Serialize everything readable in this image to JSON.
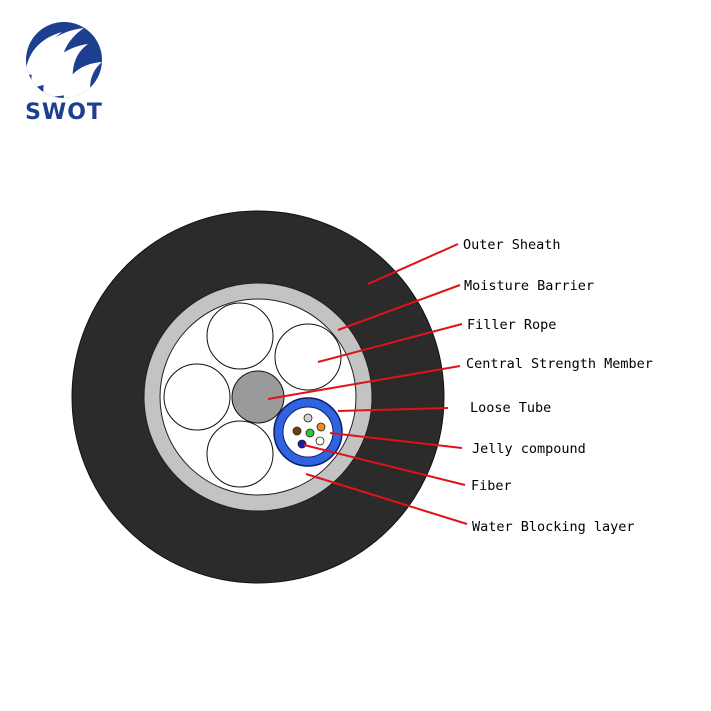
{
  "brand": {
    "name": "SWOT",
    "color": "#1d3f8f"
  },
  "labels": [
    "Outer Sheath",
    "Moisture Barrier",
    "Filler Rope",
    "Central Strength Member",
    "Loose Tube",
    "Jelly compound",
    "Fiber",
    "Water Blocking layer"
  ],
  "colors": {
    "outer_sheath": "#2b2b2b",
    "moisture_barrier": "#c3c3c3",
    "strength_member": "#9a9a9a",
    "loose_tube": "#2f63e0",
    "leader_line": "#e0121b"
  }
}
